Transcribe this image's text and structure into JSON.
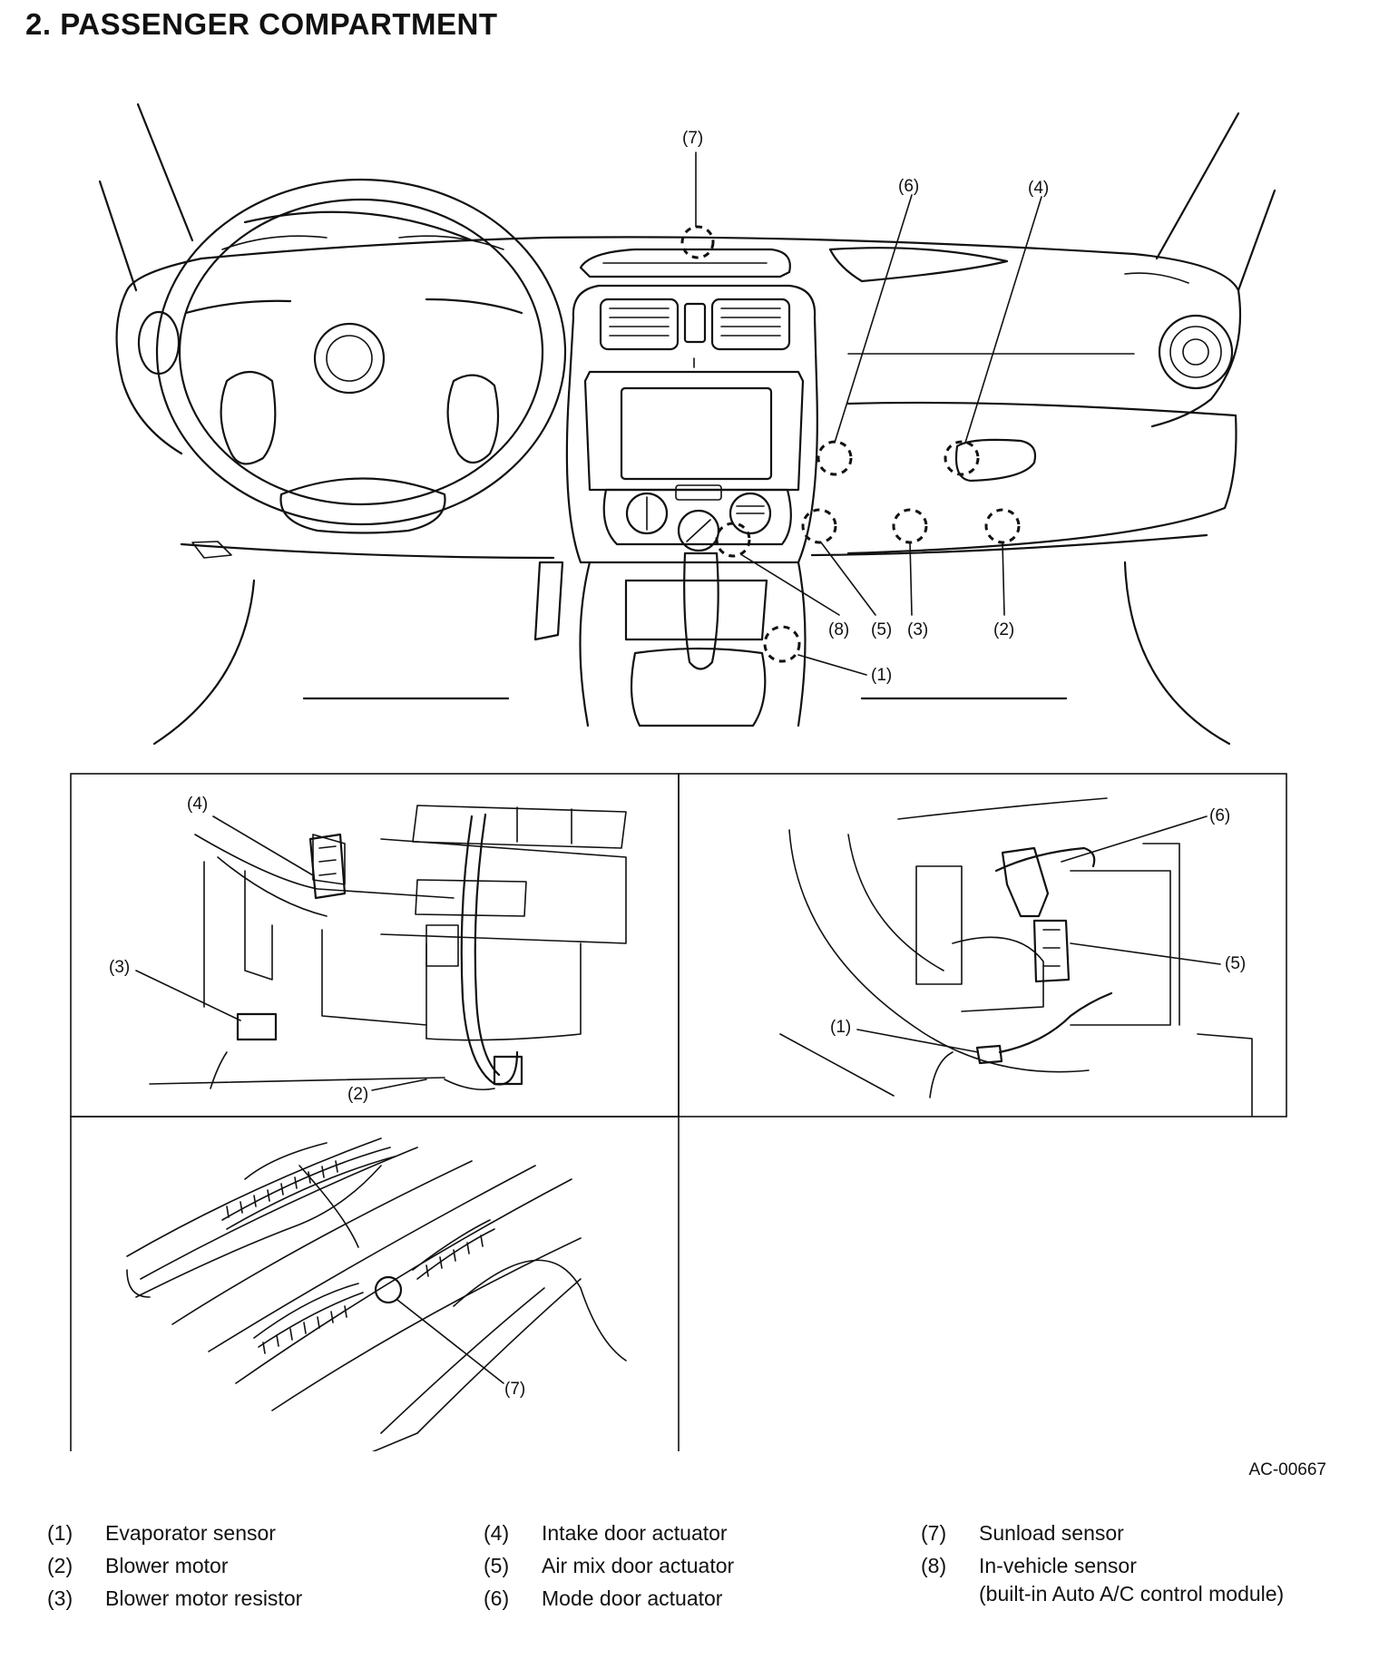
{
  "title": "2.  PASSENGER COMPARTMENT",
  "figure_code": "AC-00667",
  "callouts": [
    "(1)",
    "(2)",
    "(3)",
    "(4)",
    "(5)",
    "(6)",
    "(7)",
    "(8)"
  ],
  "legend": [
    [
      {
        "num": "(1)",
        "text": "Evaporator sensor"
      },
      {
        "num": "(2)",
        "text": "Blower motor"
      },
      {
        "num": "(3)",
        "text": "Blower motor resistor"
      }
    ],
    [
      {
        "num": "(4)",
        "text": "Intake door actuator"
      },
      {
        "num": "(5)",
        "text": "Air mix door actuator"
      },
      {
        "num": "(6)",
        "text": "Mode door actuator"
      }
    ],
    [
      {
        "num": "(7)",
        "text": "Sunload sensor"
      },
      {
        "num": "(8)",
        "text": "In-vehicle sensor",
        "text2": "(built-in Auto A/C control module)"
      }
    ]
  ]
}
